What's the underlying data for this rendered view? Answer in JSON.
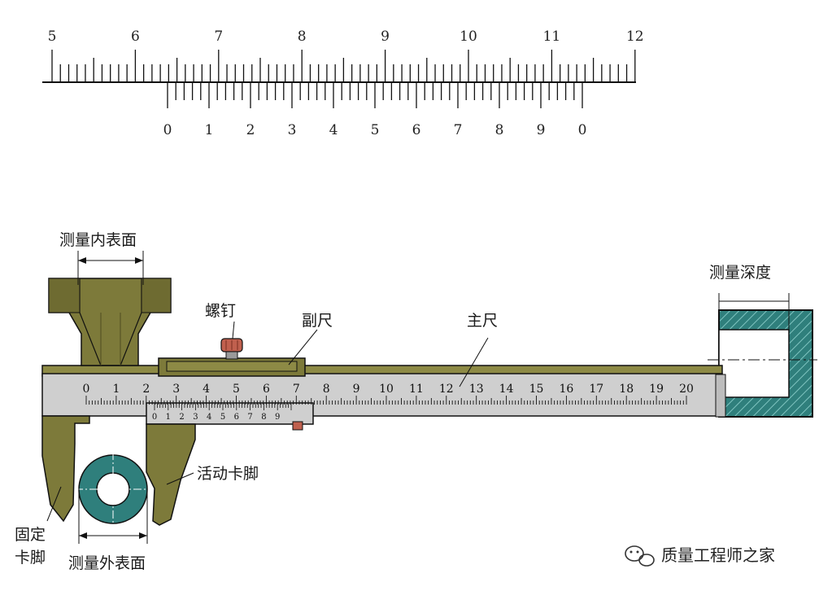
{
  "top_scale": {
    "main_labels": [
      "5",
      "6",
      "7",
      "8",
      "9",
      "10",
      "11",
      "12"
    ],
    "vernier_labels": [
      "0",
      "1",
      "2",
      "3",
      "4",
      "5",
      "6",
      "7",
      "8",
      "9",
      "0"
    ]
  },
  "caliper": {
    "labels": {
      "inner_surface": "测量内表面",
      "screw": "螺钉",
      "vernier": "副尺",
      "main_scale": "主尺",
      "depth": "测量深度",
      "movable_jaw": "活动卡脚",
      "fixed_jaw_line1": "固定",
      "fixed_jaw_line2": "卡脚",
      "outer_surface": "测量外表面"
    },
    "main_scale_numbers": [
      "0",
      "1",
      "2",
      "3",
      "4",
      "5",
      "6",
      "7",
      "8",
      "9",
      "10",
      "11",
      "12",
      "13",
      "14",
      "15",
      "16",
      "17",
      "18",
      "19",
      "20"
    ],
    "vernier_numbers": [
      "0",
      "1",
      "2",
      "3",
      "4",
      "5",
      "6",
      "7",
      "8",
      "9"
    ]
  },
  "watermark": "质量工程师之家",
  "colors": {
    "jaw": "#7d7a3a",
    "jaw_dark": "#5a5826",
    "scale_bar": "#cfcfcf",
    "part": "#2f7f7c",
    "screw": "#c0604e"
  }
}
